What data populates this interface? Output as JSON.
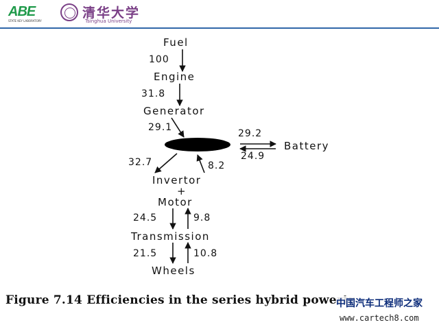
{
  "header": {
    "logo_text": "ABE",
    "logo_subtext": "STATE KEY LABORATORY",
    "university_cn": "清华大学",
    "university_en": "Tsinghua University",
    "line_color": "#2f66a8"
  },
  "diagram": {
    "nodes": {
      "fuel": "Fuel",
      "engine": "Engine",
      "generator": "Generator",
      "battery": "Battery",
      "invertor": "Invertor",
      "plus": "+",
      "motor": "Motor",
      "transmission": "Transmission",
      "wheels": "Wheels"
    },
    "flows": {
      "fuel_to_engine": "100",
      "engine_to_generator": "31.8",
      "generator_to_hub": "29.1",
      "hub_to_battery": "29.2",
      "battery_to_hub": "24.9",
      "hub_to_invertor": "32.7",
      "invertor_to_hub": "8.2",
      "motor_to_transmission": "24.5",
      "transmission_to_motor": "9.8",
      "transmission_to_wheels": "21.5",
      "wheels_to_transmission": "10.8"
    }
  },
  "caption": "Figure 7.14 Efficiencies in the series hybrid powertr",
  "watermark": {
    "cn": "中国汽车工程师之家",
    "url": "www.cartech8.com"
  }
}
